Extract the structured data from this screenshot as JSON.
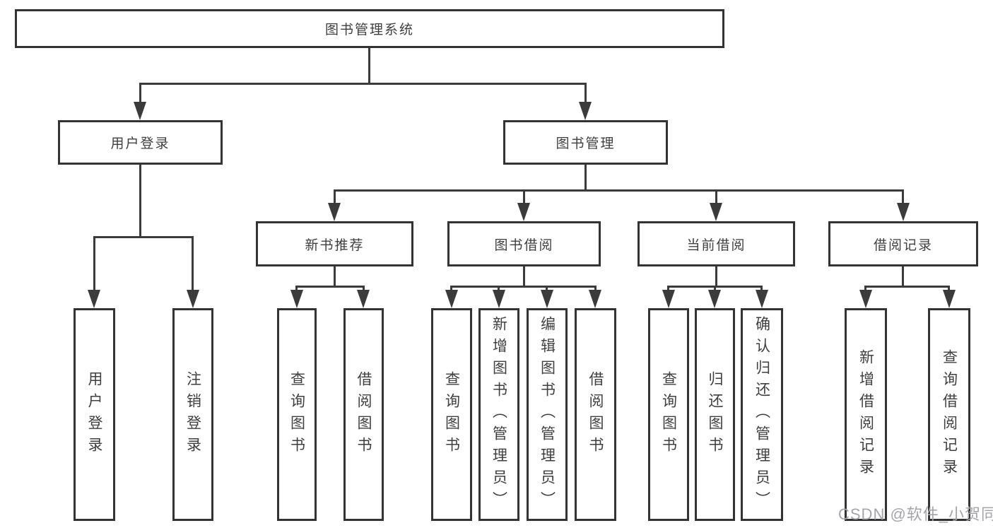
{
  "tree": {
    "root": {
      "label": "图书管理系统"
    },
    "level2": [
      {
        "label": "用户登录"
      },
      {
        "label": "图书管理"
      }
    ],
    "level3": [
      {
        "label": "新书推荐"
      },
      {
        "label": "图书借阅"
      },
      {
        "label": "当前借阅"
      },
      {
        "label": "借阅记录"
      }
    ],
    "leaves": {
      "user_login": [
        "用户登录",
        "注销登录"
      ],
      "new_book": [
        "查询图书",
        "借阅图书"
      ],
      "book_borrow": [
        "查询图书",
        "新增图书（管理员）",
        "编辑图书（管理员）",
        "借阅图书"
      ],
      "current_borrow": [
        "查询图书",
        "归还图书",
        "确认归还（管理员）"
      ],
      "borrow_records": [
        "新增借阅记录",
        "查询借阅记录"
      ]
    }
  },
  "watermark": {
    "text": "CSDN @软件_小贺同学"
  },
  "colors": {
    "line": "#3b3b3b",
    "border": "#333333",
    "text": "#3f3f3f",
    "background": "#ffffff",
    "watermark": "#a4a5a9"
  }
}
